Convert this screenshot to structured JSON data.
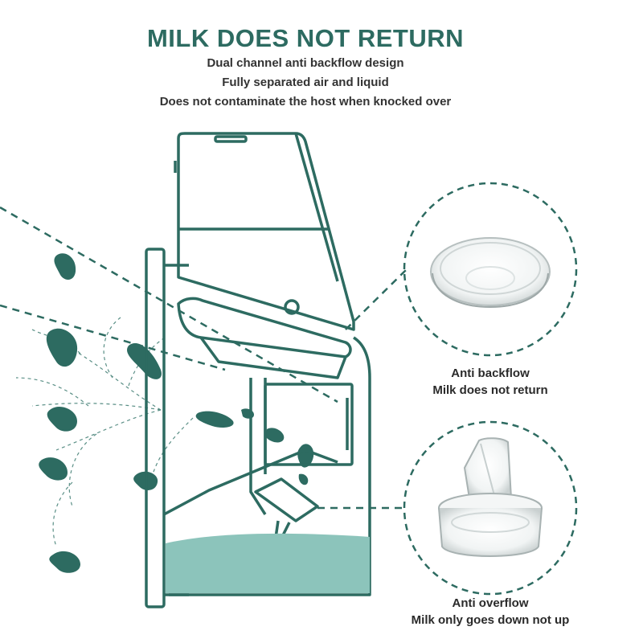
{
  "header": {
    "title": "MILK DOES NOT RETURN",
    "lines": [
      "Dual channel anti backflow design",
      "Fully separated air and liquid",
      "Does not contaminate the host when knocked over"
    ]
  },
  "callouts": [
    {
      "line1": "Anti backflow",
      "line2": "Milk does not return",
      "icon": "valve-disc-icon"
    },
    {
      "line1": "Anti overflow",
      "line2": "Milk only goes down not up",
      "icon": "duckbill-valve-icon"
    }
  ],
  "colors": {
    "accent": "#2d6b61",
    "milk": "#8cc4bb",
    "line": "#2d6b61"
  }
}
